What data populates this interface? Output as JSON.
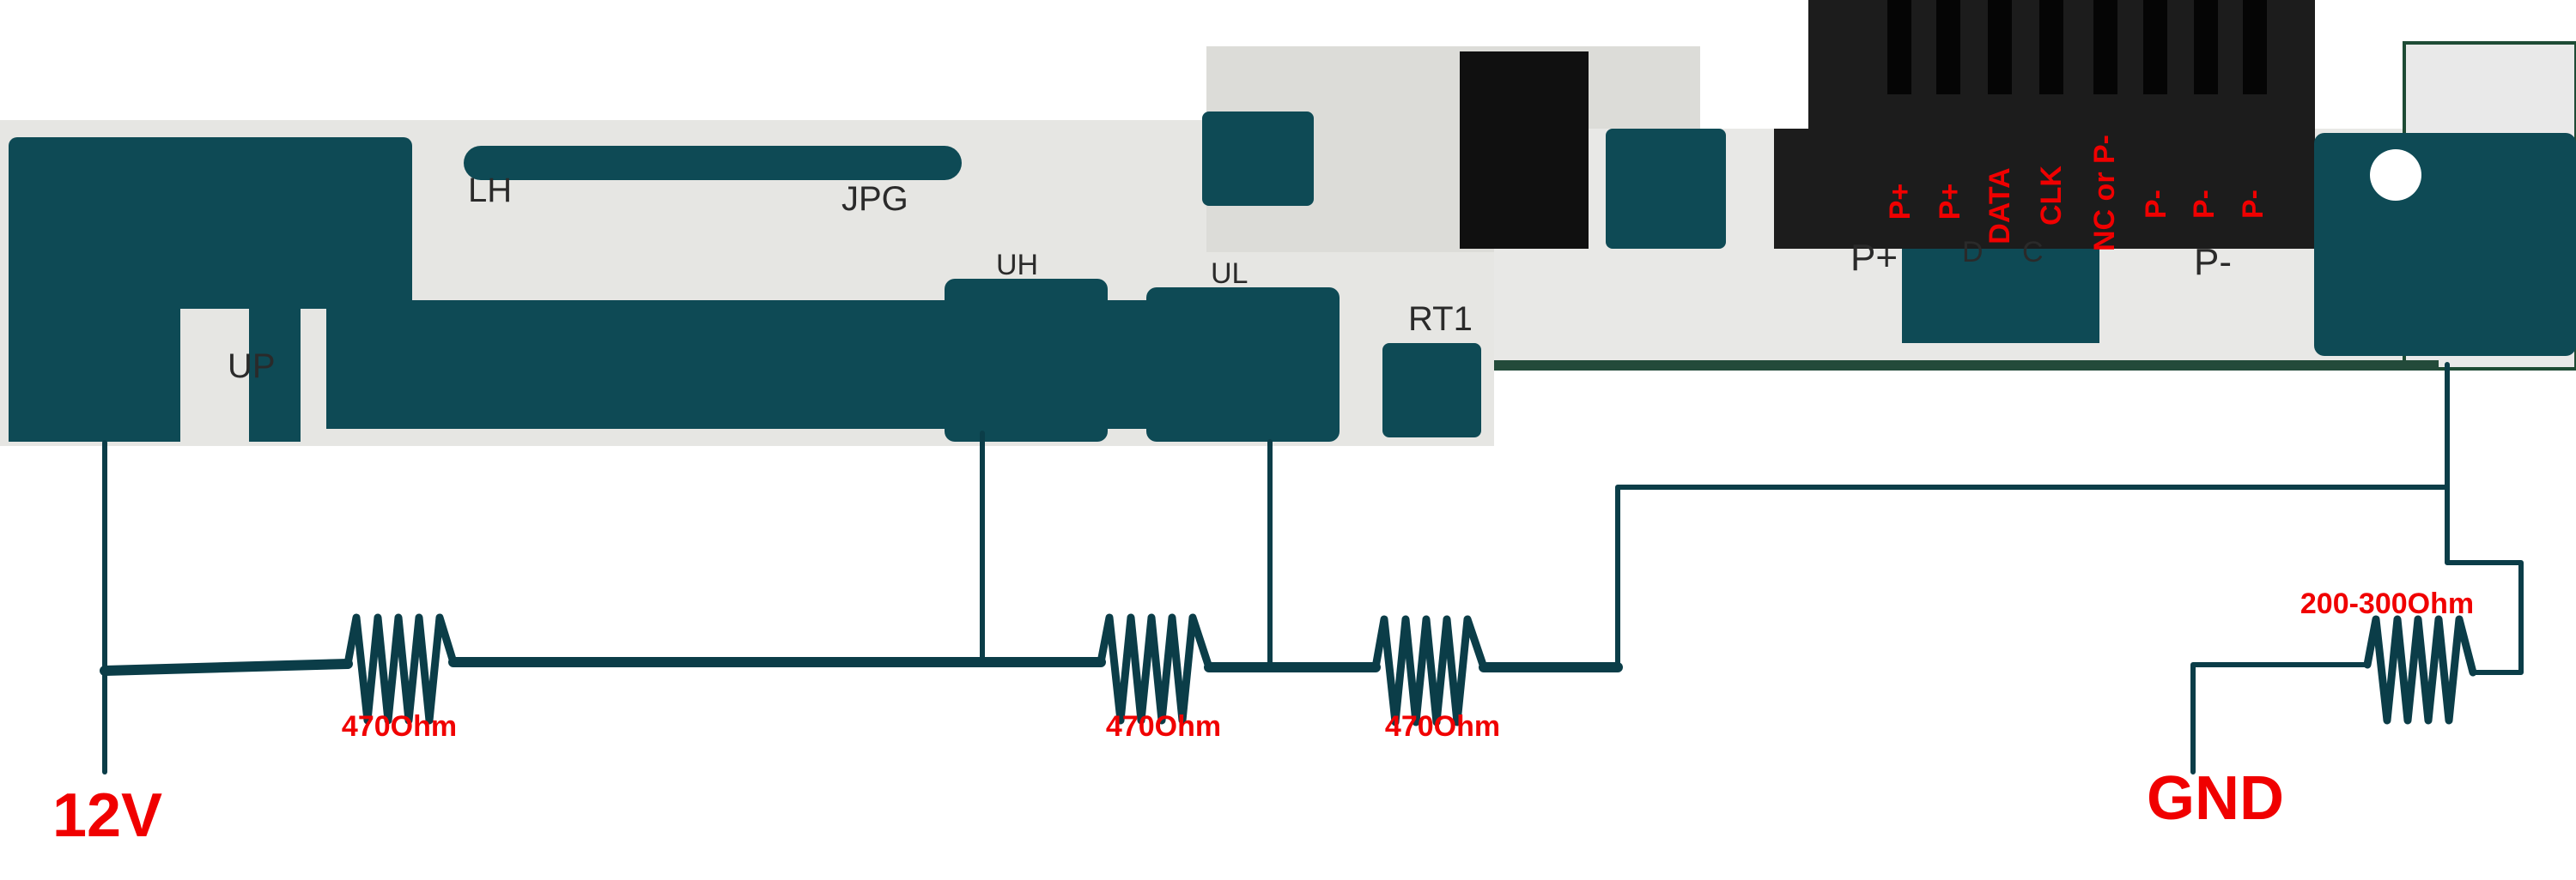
{
  "connector_pins": [
    "P+",
    "P+",
    "DATA",
    "CLK",
    "NC or P-",
    "P-",
    "P-",
    "P-"
  ],
  "silkscreen": {
    "p_plus": "P+",
    "p_minus": "P-",
    "d": "D",
    "c": "C",
    "jpg": "JPG",
    "rt1": "RT1",
    "up": "UP",
    "lh": "LH",
    "uh": "UH",
    "ul": "UL"
  },
  "resistors": [
    {
      "label": "470Ohm"
    },
    {
      "label": "470Ohm"
    },
    {
      "label": "470Ohm"
    },
    {
      "label": "200-300Ohm"
    }
  ],
  "terminals": {
    "v12": "12V",
    "gnd": "GND"
  },
  "colors": {
    "pcb_pad": "#0e4a55",
    "wire": "#0b3d48",
    "label": "#f00000",
    "board": "#e8e8e6",
    "connector": "#1c1c1c"
  }
}
